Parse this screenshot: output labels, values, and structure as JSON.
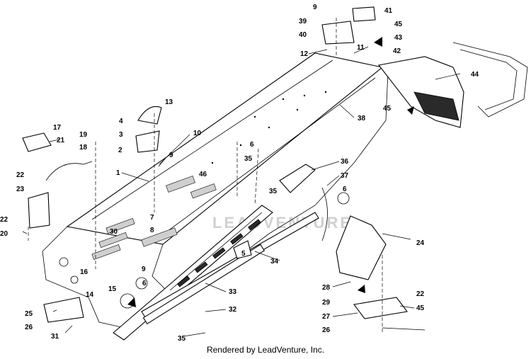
{
  "footer": {
    "text": "Rendered by LeadVenture, Inc."
  },
  "watermark": {
    "text": "LEADVENTURE"
  },
  "callouts": {
    "c1": "1",
    "c2": "2",
    "c3": "3",
    "c4": "4",
    "c5": "5",
    "c6a": "6",
    "c6b": "6",
    "c6c": "6",
    "c7": "7",
    "c8": "8",
    "c9a": "9",
    "c9b": "9",
    "c9c": "9",
    "c10": "10",
    "c11": "11",
    "c12": "12",
    "c13": "13",
    "c14": "14",
    "c15": "15",
    "c16": "16",
    "c17": "17",
    "c18": "18",
    "c19": "19",
    "c20": "20",
    "c21": "21",
    "c22a": "22",
    "c22b": "22",
    "c22c": "22",
    "c23": "23",
    "c24": "24",
    "c25": "25",
    "c26a": "26",
    "c26b": "26",
    "c27": "27",
    "c28": "28",
    "c29": "29",
    "c30": "30",
    "c31": "31",
    "c32": "32",
    "c33": "33",
    "c34": "34",
    "c35a": "35",
    "c35b": "35",
    "c35c": "35",
    "c36": "36",
    "c37": "37",
    "c38": "38",
    "c39": "39",
    "c40": "40",
    "c41": "41",
    "c42": "42",
    "c43": "43",
    "c44": "44",
    "c45a": "45",
    "c45b": "45",
    "c45c": "45",
    "c46": "46"
  }
}
